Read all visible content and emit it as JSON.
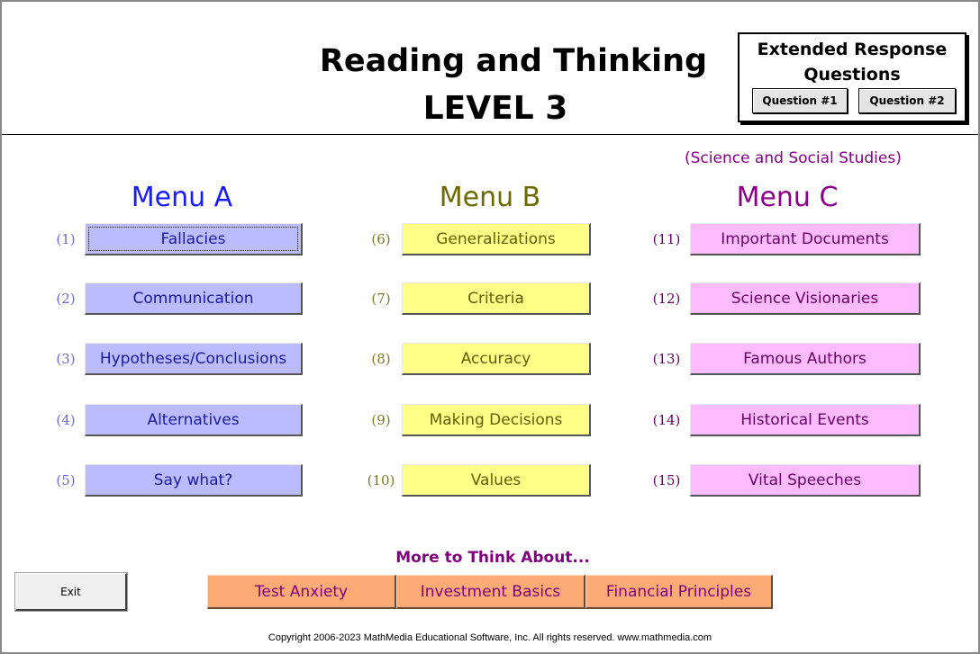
{
  "header": {
    "title_line1": "Reading and Thinking",
    "title_line2": "LEVEL 3",
    "extended_title": "Extended Response Questions",
    "question1": "Question #1",
    "question2": "Question #2"
  },
  "subject_note": "(Science and Social Studies)",
  "menus": {
    "a": {
      "heading": "Menu A",
      "items": [
        {
          "num": "(1)",
          "label": "Fallacies"
        },
        {
          "num": "(2)",
          "label": "Communication"
        },
        {
          "num": "(3)",
          "label": "Hypotheses/Conclusions"
        },
        {
          "num": "(4)",
          "label": "Alternatives"
        },
        {
          "num": "(5)",
          "label": "Say what?"
        }
      ]
    },
    "b": {
      "heading": "Menu B",
      "items": [
        {
          "num": "(6)",
          "label": "Generalizations"
        },
        {
          "num": "(7)",
          "label": "Criteria"
        },
        {
          "num": "(8)",
          "label": "Accuracy"
        },
        {
          "num": "(9)",
          "label": "Making Decisions"
        },
        {
          "num": "(10)",
          "label": "Values"
        }
      ]
    },
    "c": {
      "heading": "Menu C",
      "items": [
        {
          "num": "(11)",
          "label": "Important Documents"
        },
        {
          "num": "(12)",
          "label": "Science Visionaries"
        },
        {
          "num": "(13)",
          "label": "Famous Authors"
        },
        {
          "num": "(14)",
          "label": "Historical Events"
        },
        {
          "num": "(15)",
          "label": "Vital Speeches"
        }
      ]
    }
  },
  "more": {
    "heading": "More to Think About...",
    "buttons": [
      "Test Anxiety",
      "Investment Basics",
      "Financial Principles"
    ]
  },
  "exit_label": "Exit",
  "copyright": "Copyright 2006-2023 MathMedia Educational Software, Inc. All rights reserved.  www.mathmedia.com",
  "colors": {
    "menu_a_heading": "#1a1aff",
    "menu_b_heading": "#6b6b00",
    "menu_c_heading": "#8b008b",
    "menu_a_button": "#bbbbff",
    "menu_b_button": "#ffff88",
    "menu_c_button": "#ffbbff",
    "orange_button": "#fdab74"
  }
}
